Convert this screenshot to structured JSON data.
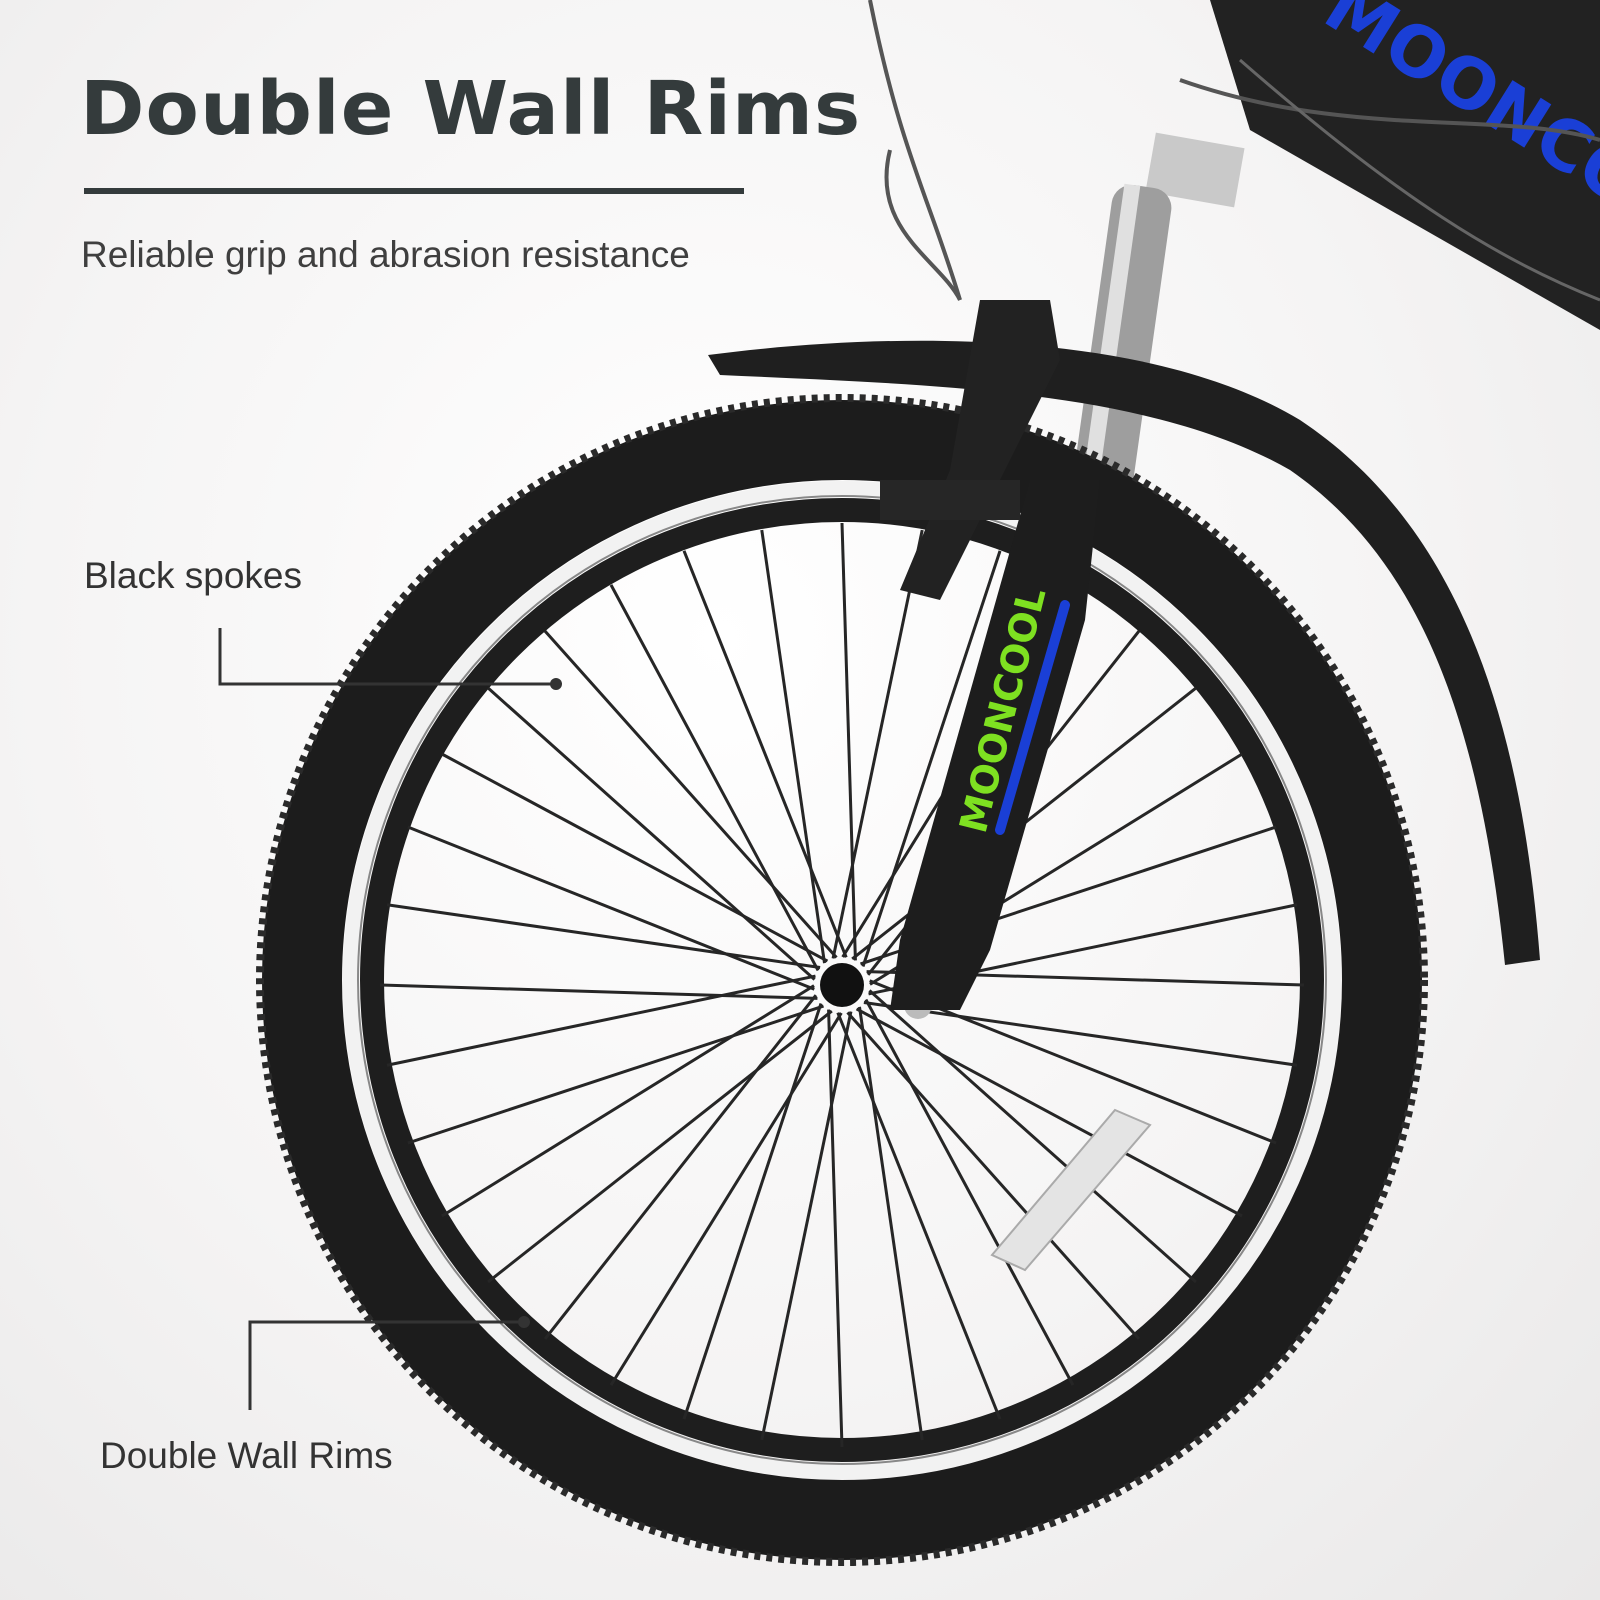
{
  "header": {
    "title": "Double Wall Rims",
    "subtitle": "Reliable grip and abrasion resistance"
  },
  "callouts": [
    {
      "label": "Black spokes"
    },
    {
      "label": "Double Wall Rims"
    }
  ],
  "brand": {
    "fork_logo": "MOONCOOL",
    "frame_logo": "MOONCOOL"
  },
  "colors": {
    "text_dark": "#343b3c",
    "logo_green": "#7ee021",
    "logo_blue": "#1a3fd6",
    "tire": "#1c1c1c"
  }
}
